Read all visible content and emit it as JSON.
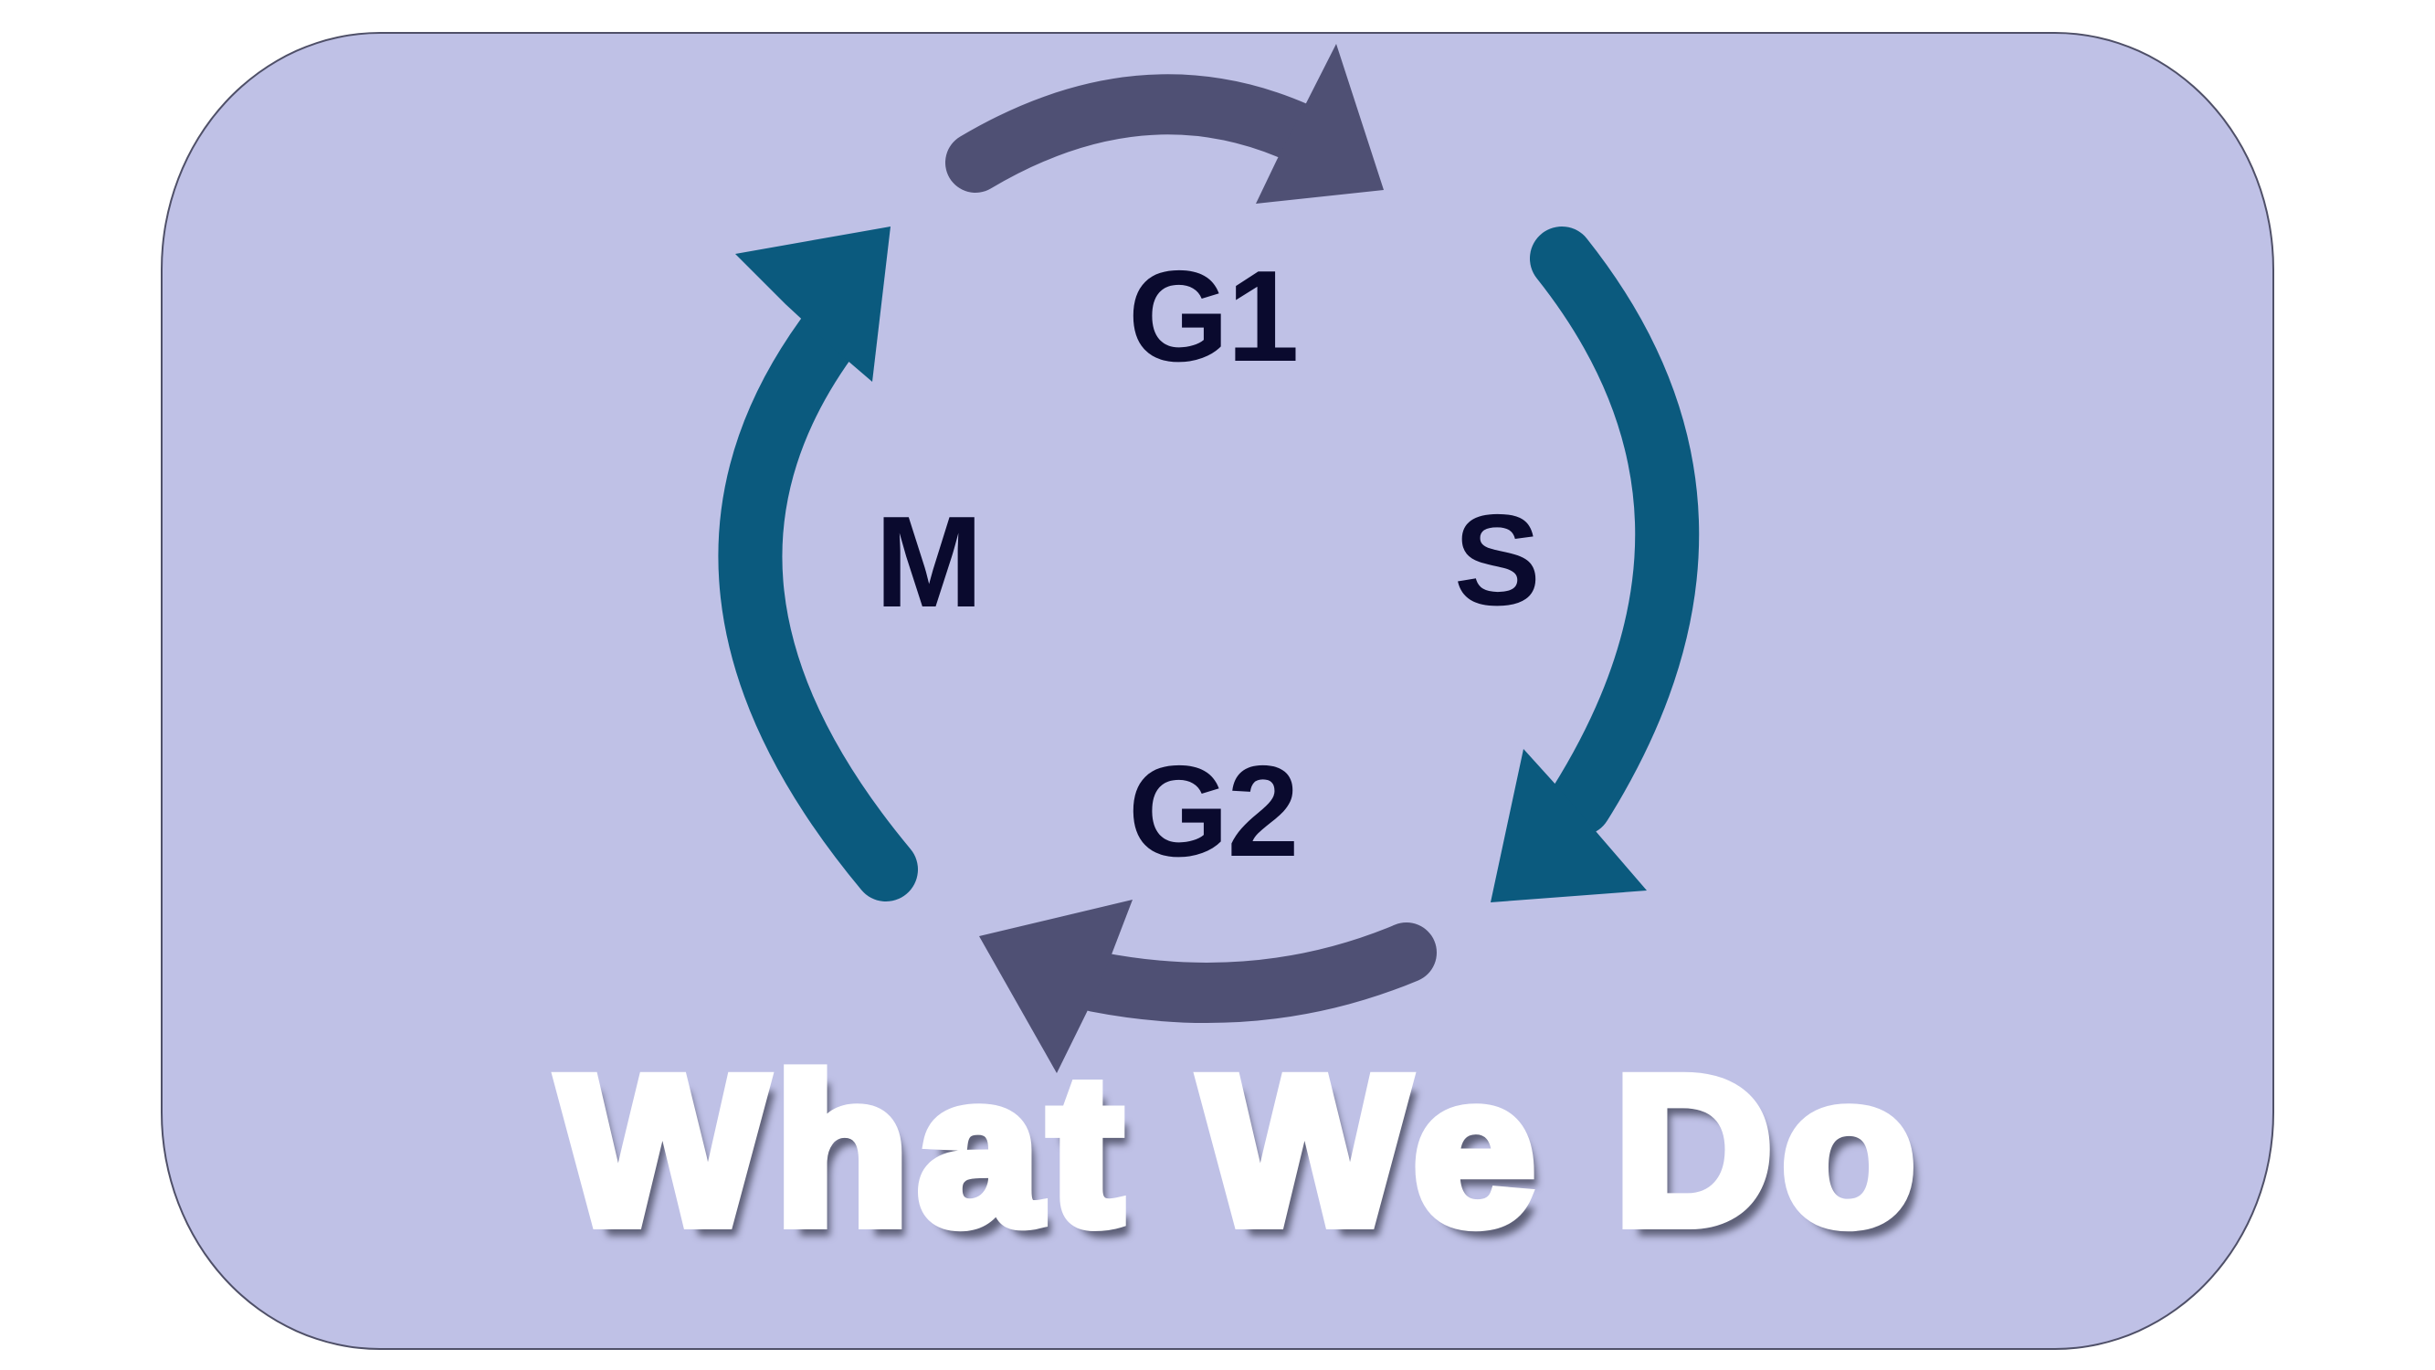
{
  "title": "What We Do",
  "cycle": {
    "phases": [
      {
        "label": "G1",
        "position": "top"
      },
      {
        "label": "S",
        "position": "right"
      },
      {
        "label": "G2",
        "position": "bottom"
      },
      {
        "label": "M",
        "position": "left"
      }
    ],
    "arrow_direction": "clockwise"
  },
  "colors": {
    "card_background": "#bfc1e6",
    "card_border": "#4f5068",
    "arrow_slate": "#4f5074",
    "arrow_teal": "#0b5a7e",
    "label_text": "#0a0a2e",
    "title_text": "#ffffff",
    "title_shadow": "#5e6078"
  }
}
